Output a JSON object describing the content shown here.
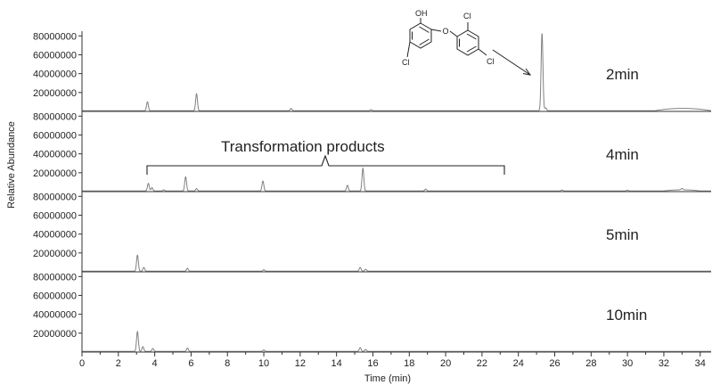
{
  "chart_data": {
    "type": "line",
    "layout": "stacked-panels",
    "xlabel": "Time (min)",
    "ylabel": "Relative Abundance",
    "xlim": [
      0,
      34.6
    ],
    "ylim": [
      0,
      85000000
    ],
    "x_ticks": [
      0,
      2,
      4,
      6,
      8,
      10,
      12,
      14,
      16,
      18,
      20,
      22,
      24,
      26,
      28,
      30,
      32,
      34
    ],
    "y_ticks": [
      20000000,
      40000000,
      60000000,
      80000000
    ],
    "grid": false,
    "series_color": "#808080",
    "panels": [
      {
        "label": "2min",
        "baseline": 700000,
        "peaks": [
          {
            "t": 3.6,
            "h": 9500000
          },
          {
            "t": 6.3,
            "h": 18000000
          },
          {
            "t": 11.5,
            "h": 2500000
          },
          {
            "t": 15.9,
            "h": 1000000
          },
          {
            "t": 25.3,
            "h": 82000000
          },
          {
            "t": 25.5,
            "h": 3000000
          }
        ],
        "humps": [
          {
            "from": 31.5,
            "to": 34.6,
            "h": 2500000
          }
        ]
      },
      {
        "label": "4min",
        "baseline": 700000,
        "peaks": [
          {
            "t": 3.65,
            "h": 8000000
          },
          {
            "t": 3.85,
            "h": 3500000
          },
          {
            "t": 4.5,
            "h": 1200000
          },
          {
            "t": 5.7,
            "h": 15000000
          },
          {
            "t": 6.3,
            "h": 2500000
          },
          {
            "t": 9.95,
            "h": 10500000
          },
          {
            "t": 14.6,
            "h": 6000000
          },
          {
            "t": 15.45,
            "h": 24000000
          },
          {
            "t": 18.9,
            "h": 2000000
          },
          {
            "t": 26.4,
            "h": 1000000
          },
          {
            "t": 30.0,
            "h": 800000
          },
          {
            "t": 33.0,
            "h": 1500000
          }
        ],
        "humps": [
          {
            "from": 32.0,
            "to": 34.0,
            "h": 1200000
          }
        ]
      },
      {
        "label": "5min",
        "baseline": 700000,
        "peaks": [
          {
            "t": 3.05,
            "h": 17000000
          },
          {
            "t": 3.4,
            "h": 4000000
          },
          {
            "t": 5.8,
            "h": 3000000
          },
          {
            "t": 10.0,
            "h": 1500000
          },
          {
            "t": 15.3,
            "h": 4000000
          },
          {
            "t": 15.6,
            "h": 2000000
          }
        ],
        "humps": []
      },
      {
        "label": "10min",
        "baseline": 700000,
        "peaks": [
          {
            "t": 3.05,
            "h": 21000000
          },
          {
            "t": 3.35,
            "h": 5000000
          },
          {
            "t": 3.9,
            "h": 3000000
          },
          {
            "t": 5.8,
            "h": 3500000
          },
          {
            "t": 10.0,
            "h": 1500000
          },
          {
            "t": 15.3,
            "h": 4000000
          },
          {
            "t": 15.6,
            "h": 2000000
          }
        ],
        "humps": []
      }
    ],
    "annotations": {
      "bracket_label": "Transformation products",
      "bracket_from": 3.7,
      "bracket_to": 23.2,
      "molecule_labels": {
        "hydroxyl": "OH",
        "oxygen": "O",
        "chlorine_top": "Cl",
        "chlorine_left": "Cl",
        "chlorine_right": "Cl"
      },
      "arrow_to_peak": 25.3
    }
  }
}
